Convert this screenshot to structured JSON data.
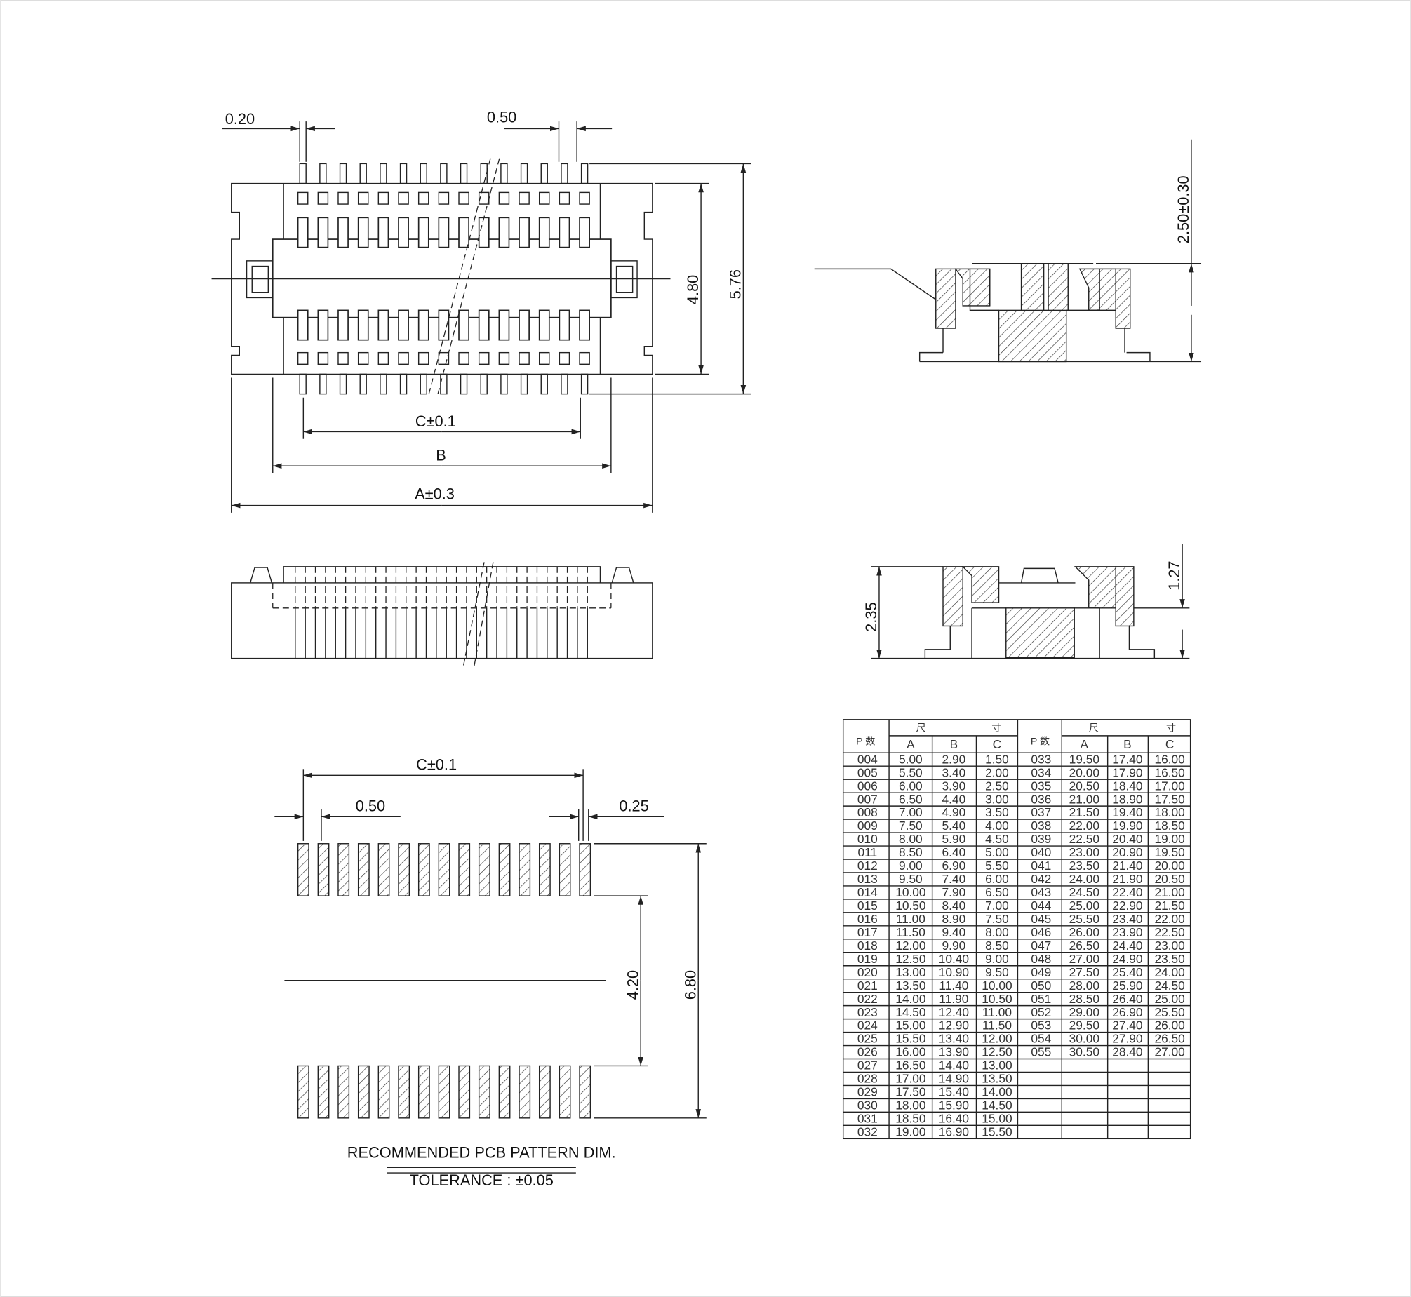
{
  "top_view": {
    "dim_pin_width": "0.20",
    "dim_pitch": "0.50",
    "dim_body_height": "4.80",
    "dim_total_height": "5.76",
    "dim_c": "C±0.1",
    "dim_b": "B",
    "dim_a": "A±0.3"
  },
  "side_view_right": {
    "dim_height": "2.50±0.30"
  },
  "side_view_right_mated": {
    "dim_total": "2.35",
    "dim_partial": "1.27"
  },
  "pcb_pattern": {
    "dim_c": "C±0.1",
    "dim_pitch": "0.50",
    "dim_pad_width": "0.25",
    "dim_inner": "4.20",
    "dim_outer": "6.80",
    "title": "RECOMMENDED PCB PATTERN DIM.",
    "tolerance": "TOLERANCE : ±0.05"
  },
  "table": {
    "header_p": "P 数",
    "header_dim_1": "尺",
    "header_dim_2": "寸",
    "col_a": "A",
    "col_b": "B",
    "col_c": "C",
    "left_rows": [
      [
        "004",
        "5.00",
        "2.90",
        "1.50"
      ],
      [
        "005",
        "5.50",
        "3.40",
        "2.00"
      ],
      [
        "006",
        "6.00",
        "3.90",
        "2.50"
      ],
      [
        "007",
        "6.50",
        "4.40",
        "3.00"
      ],
      [
        "008",
        "7.00",
        "4.90",
        "3.50"
      ],
      [
        "009",
        "7.50",
        "5.40",
        "4.00"
      ],
      [
        "010",
        "8.00",
        "5.90",
        "4.50"
      ],
      [
        "011",
        "8.50",
        "6.40",
        "5.00"
      ],
      [
        "012",
        "9.00",
        "6.90",
        "5.50"
      ],
      [
        "013",
        "9.50",
        "7.40",
        "6.00"
      ],
      [
        "014",
        "10.00",
        "7.90",
        "6.50"
      ],
      [
        "015",
        "10.50",
        "8.40",
        "7.00"
      ],
      [
        "016",
        "11.00",
        "8.90",
        "7.50"
      ],
      [
        "017",
        "11.50",
        "9.40",
        "8.00"
      ],
      [
        "018",
        "12.00",
        "9.90",
        "8.50"
      ],
      [
        "019",
        "12.50",
        "10.40",
        "9.00"
      ],
      [
        "020",
        "13.00",
        "10.90",
        "9.50"
      ],
      [
        "021",
        "13.50",
        "11.40",
        "10.00"
      ],
      [
        "022",
        "14.00",
        "11.90",
        "10.50"
      ],
      [
        "023",
        "14.50",
        "12.40",
        "11.00"
      ],
      [
        "024",
        "15.00",
        "12.90",
        "11.50"
      ],
      [
        "025",
        "15.50",
        "13.40",
        "12.00"
      ],
      [
        "026",
        "16.00",
        "13.90",
        "12.50"
      ],
      [
        "027",
        "16.50",
        "14.40",
        "13.00"
      ],
      [
        "028",
        "17.00",
        "14.90",
        "13.50"
      ],
      [
        "029",
        "17.50",
        "15.40",
        "14.00"
      ],
      [
        "030",
        "18.00",
        "15.90",
        "14.50"
      ],
      [
        "031",
        "18.50",
        "16.40",
        "15.00"
      ],
      [
        "032",
        "19.00",
        "16.90",
        "15.50"
      ]
    ],
    "right_rows": [
      [
        "033",
        "19.50",
        "17.40",
        "16.00"
      ],
      [
        "034",
        "20.00",
        "17.90",
        "16.50"
      ],
      [
        "035",
        "20.50",
        "18.40",
        "17.00"
      ],
      [
        "036",
        "21.00",
        "18.90",
        "17.50"
      ],
      [
        "037",
        "21.50",
        "19.40",
        "18.00"
      ],
      [
        "038",
        "22.00",
        "19.90",
        "18.50"
      ],
      [
        "039",
        "22.50",
        "20.40",
        "19.00"
      ],
      [
        "040",
        "23.00",
        "20.90",
        "19.50"
      ],
      [
        "041",
        "23.50",
        "21.40",
        "20.00"
      ],
      [
        "042",
        "24.00",
        "21.90",
        "20.50"
      ],
      [
        "043",
        "24.50",
        "22.40",
        "21.00"
      ],
      [
        "044",
        "25.00",
        "22.90",
        "21.50"
      ],
      [
        "045",
        "25.50",
        "23.40",
        "22.00"
      ],
      [
        "046",
        "26.00",
        "23.90",
        "22.50"
      ],
      [
        "047",
        "26.50",
        "24.40",
        "23.00"
      ],
      [
        "048",
        "27.00",
        "24.90",
        "23.50"
      ],
      [
        "049",
        "27.50",
        "25.40",
        "24.00"
      ],
      [
        "050",
        "28.00",
        "25.90",
        "24.50"
      ],
      [
        "051",
        "28.50",
        "26.40",
        "25.00"
      ],
      [
        "052",
        "29.00",
        "26.90",
        "25.50"
      ],
      [
        "053",
        "29.50",
        "27.40",
        "26.00"
      ],
      [
        "054",
        "30.00",
        "27.90",
        "26.50"
      ],
      [
        "055",
        "30.50",
        "28.40",
        "27.00"
      ]
    ]
  }
}
